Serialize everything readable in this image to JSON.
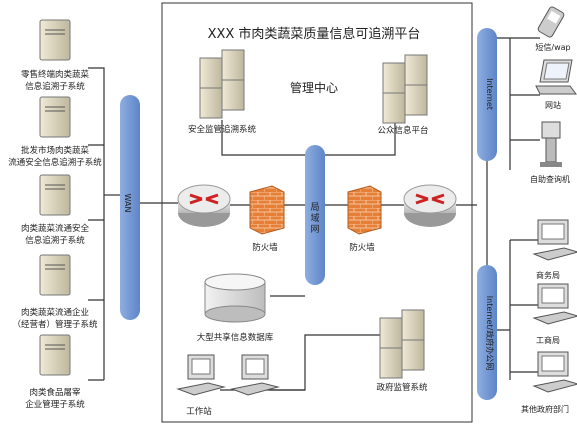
{
  "title": "XXX 市肉类蔬菜质量信息可追溯平台",
  "center_label": "管理中心",
  "left_systems": [
    {
      "line1": "零售终端肉类蔬菜",
      "line2": "信息追溯子系统"
    },
    {
      "line1": "批发市场肉类蔬菜",
      "line2": "流通安全信息追溯子系统"
    },
    {
      "line1": "肉类蔬菜流通安全",
      "line2": "信息追溯子系统"
    },
    {
      "line1": "肉类蔬菜流通企业",
      "line2": "（经营者）管理子系统"
    },
    {
      "line1": "肉类食品屠宰",
      "line2": "企业管理子系统"
    }
  ],
  "wan_label": "WAN",
  "lan_label_chars": [
    "局",
    "域",
    "网"
  ],
  "internet_label": "Internet",
  "gov_internet_label": "Internet/政府办公网",
  "servers": {
    "security": "安全监管追溯系统",
    "public": "公众信息平台",
    "gov": "政府监管系统"
  },
  "firewall_label": "防火墙",
  "database_label": "大型共享信息数据库",
  "workstation_label": "工作站",
  "right_top": {
    "phone": "短信/wap",
    "website": "网站",
    "kiosk": "自助查询机"
  },
  "right_bottom": {
    "commerce": "商务局",
    "industry": "工商局",
    "other": "其他政府部门"
  },
  "colors": {
    "pill": "#7b9fd8",
    "firewall": "#e07a30",
    "line": "#333333",
    "server": "#d9d2bd"
  }
}
